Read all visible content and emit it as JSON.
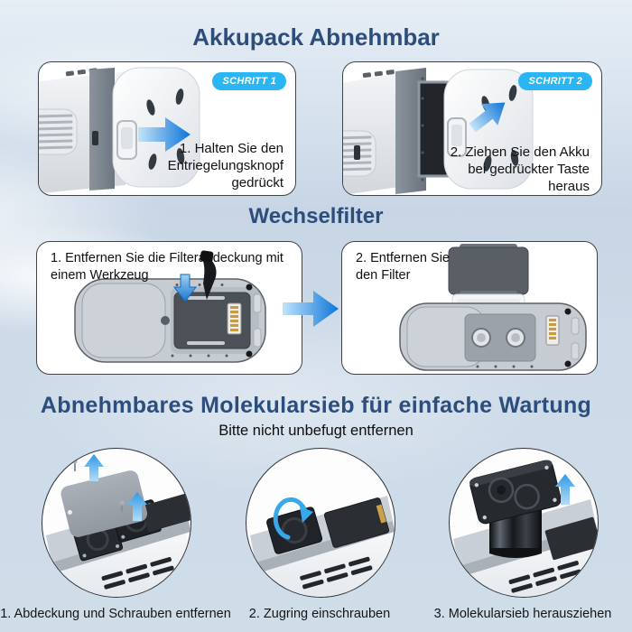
{
  "page": {
    "colors": {
      "title_navy": "#2d4d7d",
      "badge_cyan": "#29b6f2",
      "arrow_blue": "#1b7fdd",
      "background_light": "#e6edf5",
      "background_bottom": "#cfdde9",
      "panel_border": "#3f4347"
    }
  },
  "battery": {
    "title": "Akkupack Abnehmbar",
    "panels": [
      {
        "badge": "SCHRITT 1",
        "instruction": "1. Halten Sie den Entriegelungsknopf gedrückt",
        "icon": "arrow-right-icon",
        "illustration": "device-release-button-photo"
      },
      {
        "badge": "SCHRITT 2",
        "instruction": "2. Ziehen Sie den Akku bei gedrückter Taste heraus",
        "icon": "arrow-up-right-icon",
        "illustration": "battery-pulled-out-photo"
      }
    ]
  },
  "filter": {
    "title": "Wechselfilter",
    "transition_icon": "arrow-right-icon",
    "panels": [
      {
        "instruction": "1. Entfernen Sie die Filterabdeckung mit einem Werkzeug",
        "icons": [
          "arrow-down-icon",
          "pry-tool-icon"
        ],
        "illustration": "filter-cover-topview-photo"
      },
      {
        "instruction": "2. Entfernen Sie den Filter",
        "illustration": "filter-removed-topview-photo"
      }
    ]
  },
  "sieve": {
    "title": "Abnehmbares Molekularsieb für einfache Wartung",
    "subtitle": "Bitte nicht unbefugt entfernen",
    "steps": [
      {
        "caption": "1. Abdeckung und Schrauben entfernen",
        "icon": "arrow-up-icon",
        "illustration": "cover-and-screws-removal-photo"
      },
      {
        "caption": "2. Zugring einschrauben",
        "icon": "rotate-arrow-icon",
        "illustration": "pull-ring-screwing-photo"
      },
      {
        "caption": "3. Molekularsieb herausziehen",
        "icon": "arrow-up-icon",
        "illustration": "sieve-pull-out-photo"
      }
    ]
  }
}
